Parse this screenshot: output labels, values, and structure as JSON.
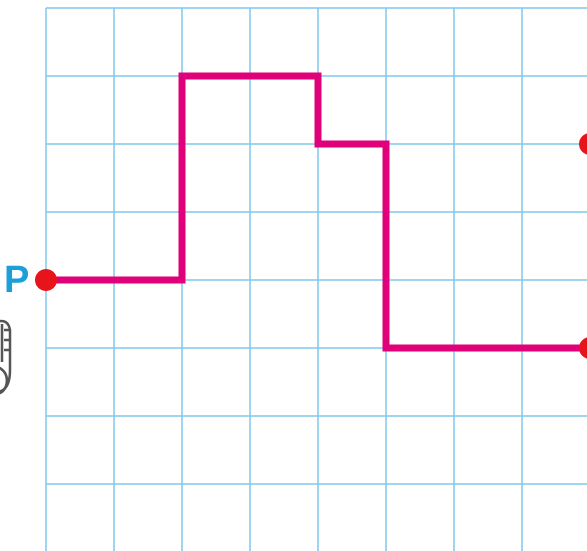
{
  "grid": {
    "columns": 8,
    "rows": 8,
    "line_color": "#7fc8ee"
  },
  "route": {
    "color": "#e0007a",
    "description_points": [
      [
        0,
        4
      ],
      [
        2,
        4
      ],
      [
        2,
        1
      ],
      [
        4,
        1
      ],
      [
        4,
        2
      ],
      [
        5,
        2
      ],
      [
        5,
        5
      ],
      [
        8,
        5
      ]
    ]
  },
  "points": [
    {
      "name": "P",
      "label": "P",
      "cell": [
        0,
        4
      ],
      "color": "#e8141b",
      "label_color": "#1a9fd8"
    },
    {
      "name": "end-upper",
      "label": "",
      "cell": [
        8,
        2
      ],
      "color": "#e8141b"
    },
    {
      "name": "end-lower",
      "label": "",
      "cell": [
        8,
        5
      ],
      "color": "#e8141b"
    }
  ],
  "decoration": {
    "icon": "robot-outline-icon"
  }
}
